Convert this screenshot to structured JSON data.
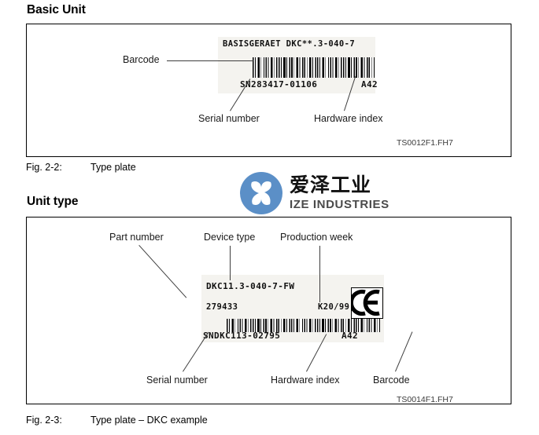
{
  "document": {
    "sections": [
      {
        "heading": "Basic Unit"
      },
      {
        "heading": "Unit type"
      }
    ]
  },
  "figure_basic_unit": {
    "caption_id": "Fig. 2-2:",
    "caption_text": "Type plate",
    "drawing_number": "TS0012F1.FH7",
    "plate": {
      "device_type": "BASISGERAET DKC**.3-040-7",
      "serial_number": "SN283417-01106",
      "hardware_index": "A42"
    },
    "callouts": {
      "barcode": "Barcode",
      "serial_number": "Serial number",
      "hardware_index": "Hardware index"
    }
  },
  "figure_unit_type": {
    "caption_id": "Fig. 2-3:",
    "caption_text": "Type plate – DKC example",
    "drawing_number": "TS0014F1.FH7",
    "plate": {
      "device_type": "DKC11.3-040-7-FW",
      "part_number": "279433",
      "production_week": "K20/99",
      "serial_number": "SNDKC113-02795",
      "hardware_index": "A42",
      "ce_mark": "CE"
    },
    "callouts": {
      "part_number": "Part number",
      "device_type": "Device type",
      "production_week": "Production week",
      "serial_number": "Serial number",
      "hardware_index": "Hardware index",
      "barcode": "Barcode"
    }
  },
  "watermark": {
    "name_cn": "爱泽工业",
    "name_en": "IZE INDUSTRIES",
    "brand_color": "#5b8fc7"
  }
}
